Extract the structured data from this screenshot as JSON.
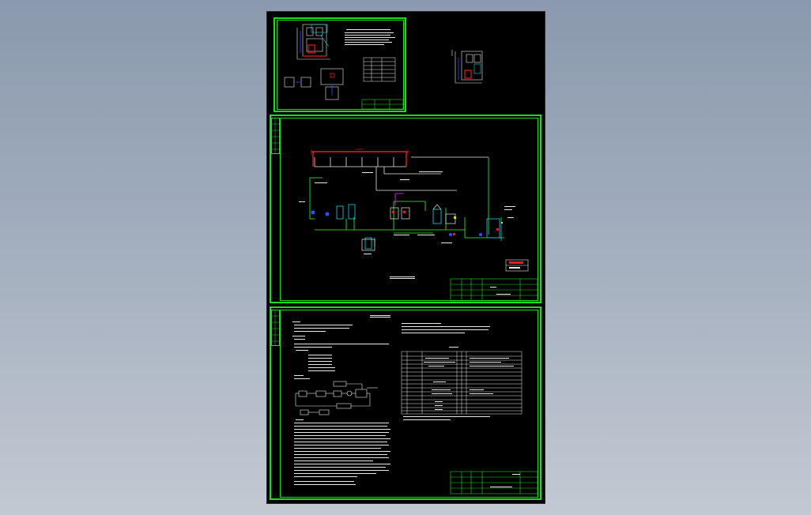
{
  "sheets": {
    "layout_sheet": {
      "id": "sheet-layout"
    },
    "detail_view": {
      "id": "sheet-detail"
    },
    "pid_sheet": {
      "id": "sheet-pid"
    },
    "notes_sheet": {
      "id": "sheet-notes"
    }
  },
  "colors": {
    "background": "#8a99ad",
    "paper": "#000000",
    "frame": "#18e018",
    "line_red": "#e02020",
    "line_white": "#e8e8e8",
    "line_green": "#30ff30",
    "line_magenta": "#d020d0",
    "line_cyan": "#20d0e0",
    "line_yellow": "#e0e020",
    "line_blue": "#3050ff"
  },
  "icons": [
    "cad-frame",
    "pipe-line",
    "valve-symbol",
    "pump-symbol",
    "tank-symbol",
    "block-diagram"
  ]
}
